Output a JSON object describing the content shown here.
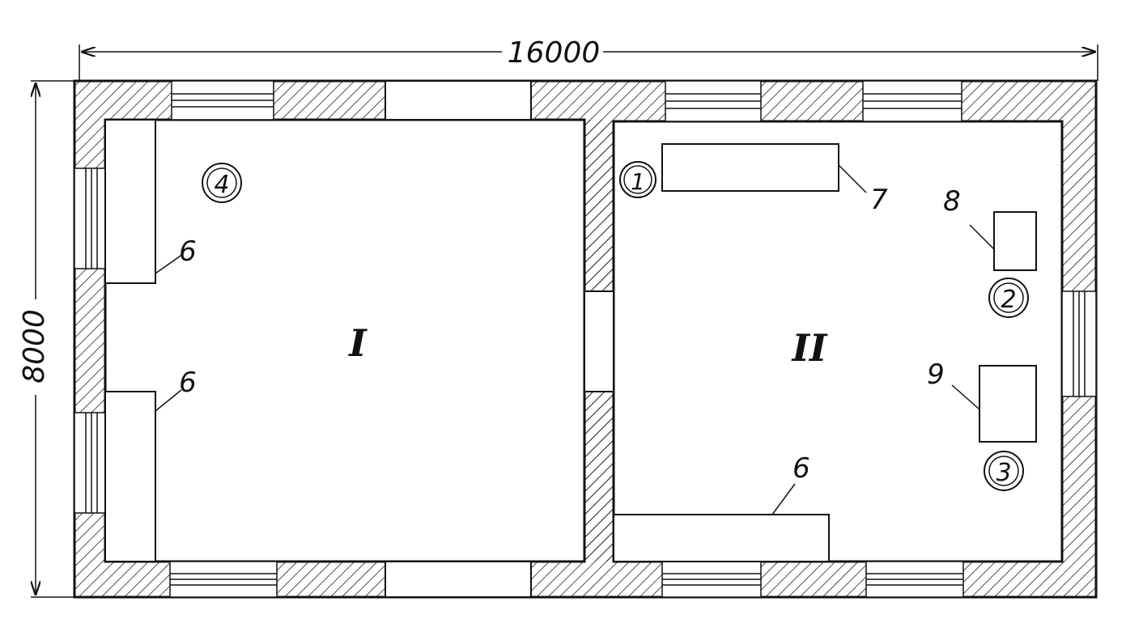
{
  "dimensions": {
    "width_label": "16000",
    "height_label": "8000"
  },
  "rooms": [
    {
      "label": "I"
    },
    {
      "label": "II"
    }
  ],
  "circled_markers": [
    "1",
    "2",
    "3",
    "4"
  ],
  "callouts": {
    "bench_label": "6",
    "table_label": "7",
    "cabinet_8_label": "8",
    "cabinet_9_label": "9"
  },
  "colors": {
    "ink": "#111111",
    "background": "#ffffff"
  }
}
